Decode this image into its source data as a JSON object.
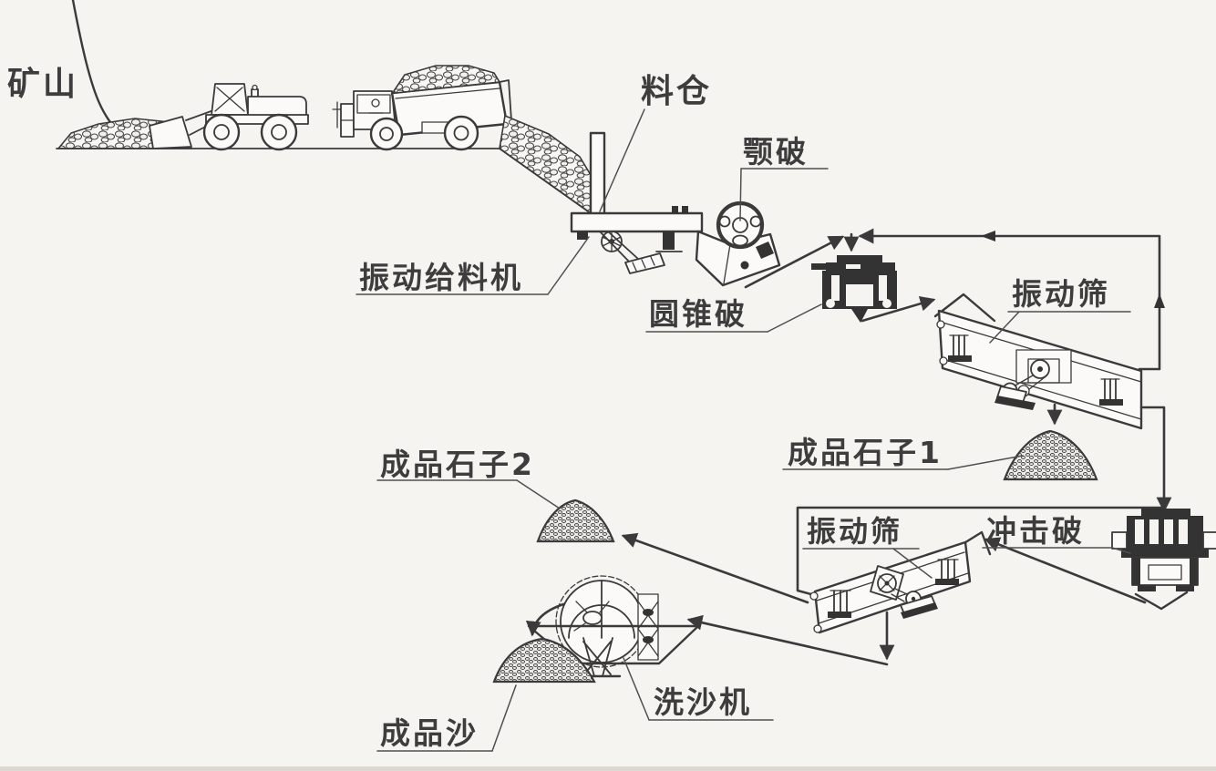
{
  "diagram": {
    "background": "#f5f4f1",
    "ink": "#3a3a3a",
    "type": "process-flow",
    "labels": {
      "mine": "矿山",
      "hopper": "料仓",
      "vibrating_feeder": "振动给料机",
      "jaw_crusher": "颚破",
      "cone_crusher": "圆锥破",
      "vibrating_screen_1": "振动筛",
      "finished_stone_1": "成品石子1",
      "finished_stone_2": "成品石子2",
      "impact_crusher": "冲击破",
      "vibrating_screen_2": "振动筛",
      "sand_washer": "洗沙机",
      "finished_sand": "成品沙"
    }
  }
}
